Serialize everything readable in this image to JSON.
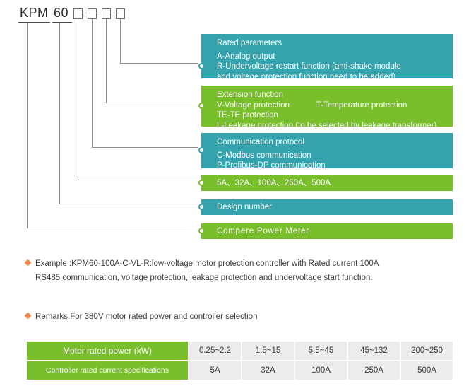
{
  "code": {
    "prefix": "KPM",
    "series": "60",
    "placeholders": [
      "□",
      "□",
      "□",
      "□"
    ],
    "separator": "-",
    "full": "KPM 60 □-□-□-□"
  },
  "colors": {
    "teal": "#35A3AD",
    "green": "#79BF2B",
    "bullet_orange": "#F0864B",
    "cell_gray": "#ECECEC",
    "text_dark": "#3B3B3B",
    "leader_line": "#8A8A8A"
  },
  "callouts": [
    {
      "id": "rated-parameters",
      "color": "teal",
      "title": "Rated parameters",
      "lines": [
        "A-Analog output",
        "R-Undervoltage restart function (anti-shake module",
        "and voltage protection function need to be added)"
      ]
    },
    {
      "id": "extension-function",
      "color": "green",
      "title": "Extension function",
      "line_2a": "V-Voltage protection",
      "line_2b": "T-Temperature protection",
      "lines": [
        "TE-TE protection",
        "L-Leakage protection (to be selected by leakage transformer)"
      ]
    },
    {
      "id": "communication-protocol",
      "color": "teal",
      "title": "Communication protocol",
      "lines": [
        "C-Modbus communication",
        "P-Profibus-DP communication"
      ]
    },
    {
      "id": "rated-current",
      "color": "green",
      "title": "5A、32A、100A、250A、500A",
      "lines": []
    },
    {
      "id": "design-number",
      "color": "teal",
      "title": "Design number",
      "lines": []
    },
    {
      "id": "compere-power-meter",
      "color": "green",
      "title": "Compere Power Meter",
      "lines": []
    }
  ],
  "notes": {
    "example": {
      "label": "Example :",
      "line1": "Example :KPM60-100A-C-VL-R:low-voltage motor protection controller with Rated current 100A",
      "line2": "RS485 communication, voltage protection, leakage protection and undervoltage start function."
    },
    "remarks": {
      "line1": "Remarks:For 380V motor rated power and controller selection"
    }
  },
  "table": {
    "rows": [
      {
        "header": "Motor rated power (kW)",
        "cells": [
          "0.25~2.2",
          "1.5~15",
          "5.5~45",
          "45~132",
          "200~250"
        ]
      },
      {
        "header": "Controller rated current specifications",
        "cells": [
          "5A",
          "32A",
          "100A",
          "250A",
          "500A"
        ]
      }
    ]
  }
}
